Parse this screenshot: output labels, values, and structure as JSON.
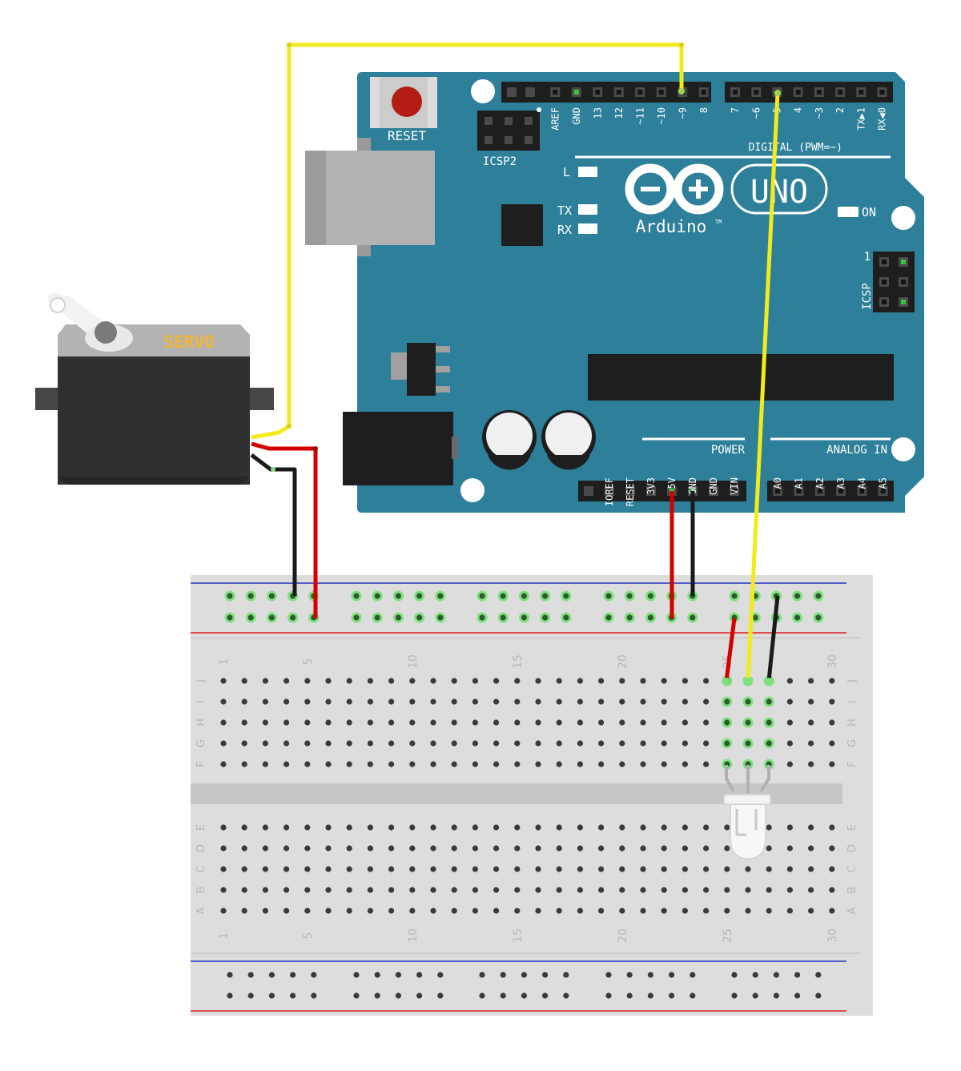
{
  "arduino": {
    "reset_label": "RESET",
    "icsp2_label": "ICSP2",
    "icsp_label": "ICSP",
    "icsp_pin1": "1",
    "digital_label": "DIGITAL (PWM=~)",
    "brand": "Arduino",
    "tm": "TM",
    "model": "UNO",
    "power_label": "POWER",
    "analog_label": "ANALOG IN",
    "led_l": "L",
    "led_tx": "TX",
    "led_rx": "RX",
    "led_on": "ON",
    "digital_pins_a": [
      "AREF",
      "GND",
      "13",
      "12",
      "~11",
      "~10",
      "~9",
      "8"
    ],
    "digital_pins_b": [
      "7",
      "~6",
      "~5",
      "4",
      "~3",
      "2",
      "TX▶1",
      "RX◀0"
    ],
    "power_pins": [
      "IOREF",
      "RESET",
      "3V3",
      "5V",
      "GND",
      "GND",
      "VIN"
    ],
    "analog_pins": [
      "A0",
      "A1",
      "A2",
      "A3",
      "A4",
      "A5"
    ]
  },
  "servo": {
    "label": "SERVO"
  },
  "breadboard": {
    "column_numbers": [
      "1",
      "5",
      "10",
      "15",
      "20",
      "25",
      "30"
    ],
    "rows_top": [
      "J",
      "I",
      "H",
      "G",
      "F"
    ],
    "rows_bottom": [
      "E",
      "D",
      "C",
      "B",
      "A"
    ]
  },
  "colors": {
    "board": "#2d7f9a",
    "wire_yellow": "#f2ea1c",
    "wire_red": "#d40000",
    "wire_black": "#1a1a1a",
    "breadboard": "#dddddd",
    "rail_red": "#e02020",
    "rail_blue": "#2030c0",
    "active_hole": "#7ee07e"
  }
}
